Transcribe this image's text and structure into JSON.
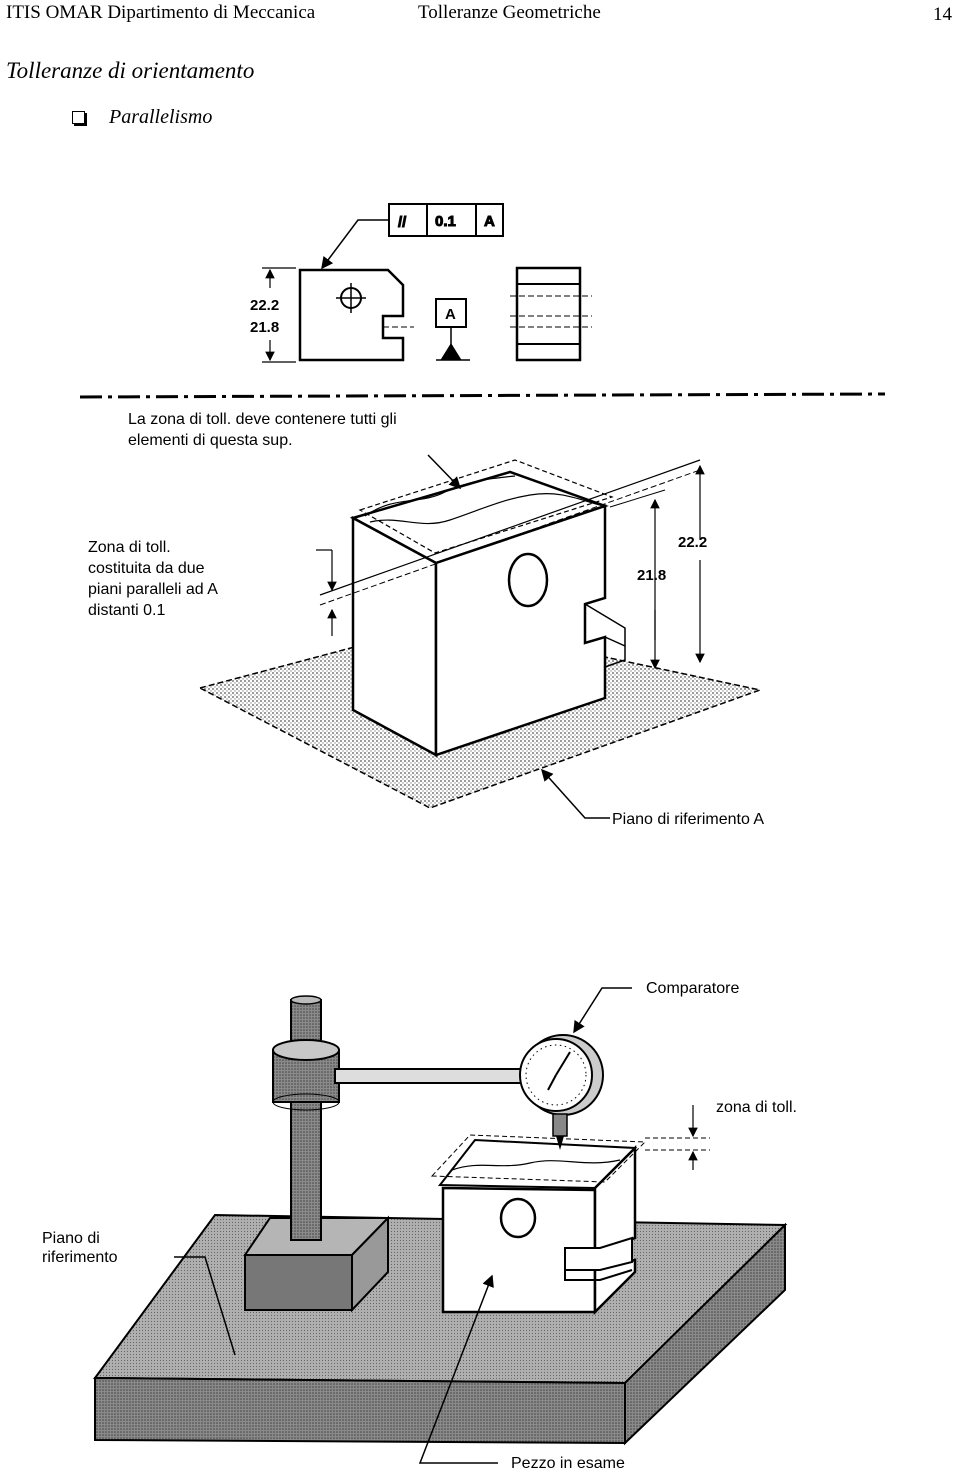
{
  "header": {
    "left": "ITIS OMAR Dipartimento di Meccanica",
    "center": "Tolleranze Geometriche",
    "page_number": "14"
  },
  "section_title": "Tolleranze di orientamento",
  "bullet_item": "Parallelismo",
  "fcf": {
    "symbol": "//",
    "value": "0.1",
    "datum": "A"
  },
  "drawing1": {
    "dim_upper": "22.2",
    "dim_lower": "21.8",
    "datum_label": "A",
    "note_top_line1": "La zona di toll. deve contenere tutti gli",
    "note_top_line2": "elementi di questa sup.",
    "zone_line1": "Zona di toll.",
    "zone_line2": "costituita da due",
    "zone_line3": "piani paralleli ad A",
    "zone_line4": "distanti 0.1",
    "iso_dim_lower": "21.8",
    "iso_dim_upper": "22.2",
    "plane_label": "Piano di riferimento A"
  },
  "drawing2": {
    "comparator_label": "Comparatore",
    "zone_label": "zona di toll.",
    "ref_plane_line1": "Piano di",
    "ref_plane_line2": "riferimento",
    "piece_label": "Pezzo in esame"
  }
}
